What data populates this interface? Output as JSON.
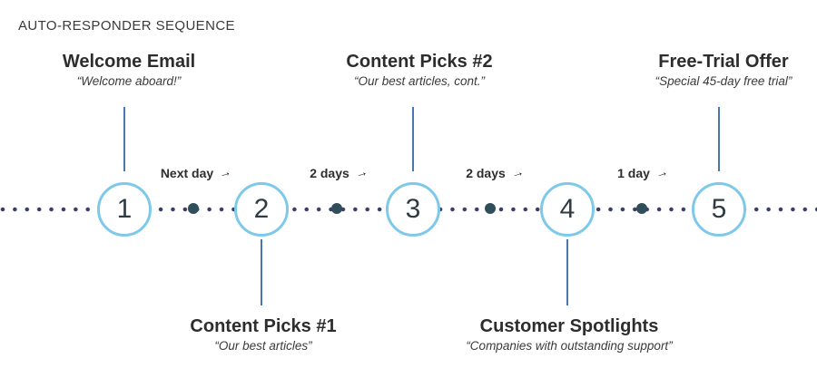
{
  "title": "AUTO-RESPONDER SEQUENCE",
  "steps": [
    {
      "number": "1",
      "label": "Welcome Email",
      "quote": "“Welcome aboard!”",
      "label_position": "top"
    },
    {
      "number": "2",
      "label": "Content Picks #1",
      "quote": "“Our best articles”",
      "label_position": "bottom"
    },
    {
      "number": "3",
      "label": "Content Picks #2",
      "quote": "“Our best articles, cont.”",
      "label_position": "top"
    },
    {
      "number": "4",
      "label": "Customer Spotlights",
      "quote": "“Companies with outstanding support”",
      "label_position": "bottom"
    },
    {
      "number": "5",
      "label": "Free-Trial Offer",
      "quote": "“Special 45-day free trial”",
      "label_position": "top"
    }
  ],
  "intervals": [
    {
      "label": "Next day",
      "arrow": "→"
    },
    {
      "label": "2 days",
      "arrow": "→"
    },
    {
      "label": "2 days",
      "arrow": "→"
    },
    {
      "label": "1 day",
      "arrow": "→"
    }
  ],
  "colors": {
    "circle_border": "#7EC9EA",
    "step_number": "#2F3A42",
    "small_dot": "#3C3C68",
    "interval_dot": "#2F4E5A",
    "connector_line": "#4A77B0",
    "text": "#2D2D2D"
  }
}
